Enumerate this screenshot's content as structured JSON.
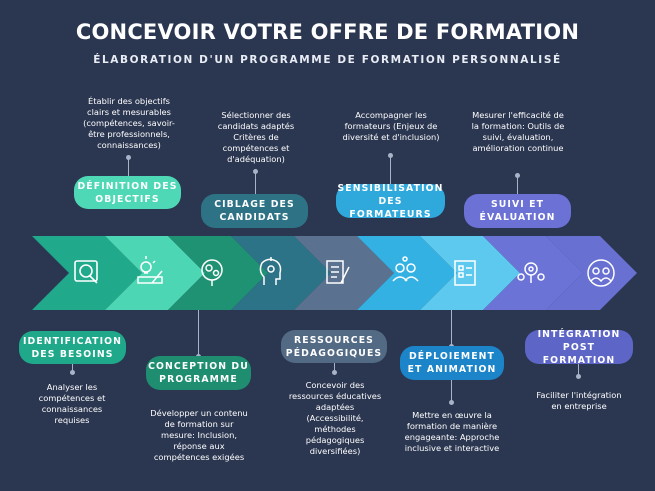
{
  "header": {
    "title": "CONCEVOIR VOTRE OFFRE DE FORMATION",
    "subtitle": "ÉLABORATION D'UN PROGRAMME DE FORMATION PERSONNALISÉ"
  },
  "steps": [
    {
      "label_1": "IDENTIFICATION",
      "label_2": "DES BESOINS",
      "desc": [
        "Analyser les",
        "compétences et",
        "connaissances",
        "requises"
      ],
      "color": "#1fa88a",
      "icon": "magnifier-icon"
    },
    {
      "label_1": "DÉFINITION DES",
      "label_2": "OBJECTIFS",
      "desc": [
        "Établir des objectifs",
        "clairs et mesurables",
        "(compétences, savoir-",
        "être professionnels,",
        "connaissances)"
      ],
      "color": "#4fd8b6",
      "icon": "pencil-lightbulb-icon"
    },
    {
      "label_1": "CONCEPTION DU",
      "label_2": "PROGRAMME",
      "desc": [
        "Développer un contenu",
        "de formation sur",
        "mesure: Inclusion,",
        "réponse aux",
        "compétences exigées"
      ],
      "color": "#1f8d6f",
      "icon": "brain-gears-icon"
    },
    {
      "label_1": "CIBLAGE DES",
      "label_2": "CANDIDATS",
      "desc": [
        "Sélectionner des",
        "candidats adaptés",
        "Critères de",
        "compétences et",
        "d'adéquation)"
      ],
      "color": "#2e7286",
      "icon": "head-lightbulb-icon"
    },
    {
      "label_1": "RESSOURCES",
      "label_2": "PÉDAGOGIQUES",
      "desc": [
        "Concevoir des",
        "ressources éducatives",
        "adaptées",
        "(Accessibilité,",
        "méthodes",
        "pédagogiques",
        "diversifiées)"
      ],
      "color": "#536a85",
      "icon": "document-pen-icon"
    },
    {
      "label_1": "SENSIBILISATION",
      "label_2": "DES FORMATEURS",
      "desc": [
        "Accompagner les",
        "formateurs (Enjeux de",
        "diversité et d'inclusion)"
      ],
      "color": "#2fa8dc",
      "icon": "people-gear-icon"
    },
    {
      "label_1": "DÉPLOIEMENT",
      "label_2": "ET ANIMATION",
      "desc": [
        "Mettre en œuvre la",
        "formation de manière",
        "engageante: Approche",
        "inclusive et interactive"
      ],
      "color": "#1c85c9",
      "icon": "checklist-icon"
    },
    {
      "label_1": "SUIVI ET",
      "label_2": "ÉVALUATION",
      "desc": [
        "Mesurer l'efficacité de",
        "la formation: Outils de",
        "suivi, évaluation,",
        "amélioration continue"
      ],
      "color": "#6c71d6",
      "icon": "target-people-icon"
    },
    {
      "label_1": "INTÉGRATION POST",
      "label_2": "FORMATION",
      "desc": [
        "Faciliter l'intégration",
        "en entreprise"
      ],
      "color": "#5d65c6",
      "icon": "team-circle-icon"
    }
  ]
}
